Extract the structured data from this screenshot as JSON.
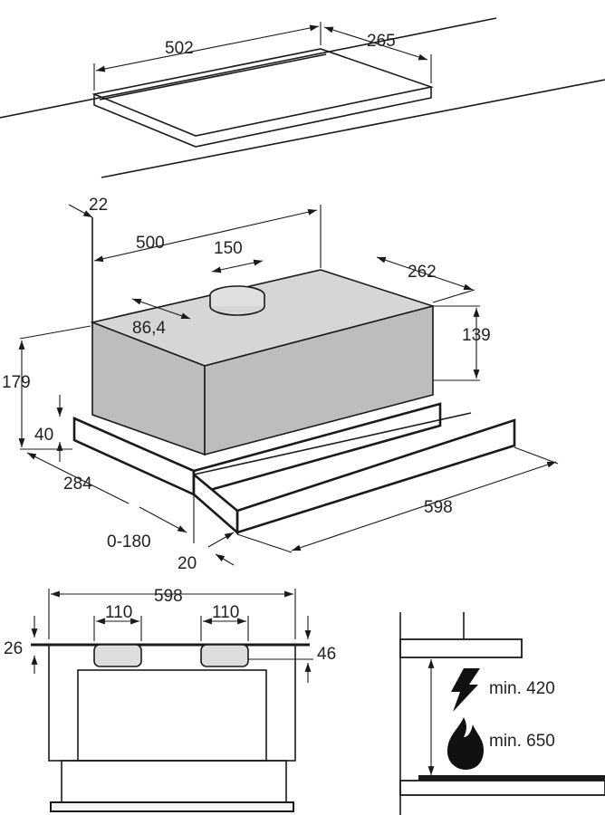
{
  "top_view": {
    "width": "502",
    "depth": "265"
  },
  "hood_3d": {
    "wall_gap": "22",
    "body_width": "500",
    "outlet_diameter": "150",
    "outlet_offset": "86,4",
    "body_depth": "262",
    "body_height": "139",
    "total_height": "179",
    "front_height": "40",
    "depth": "284",
    "extension": "0-180",
    "front_thickness": "20",
    "total_width": "598"
  },
  "front_view": {
    "total_width": "598",
    "slot_left": "110",
    "slot_right": "110",
    "top_offset": "26",
    "slot_offset": "46"
  },
  "install": {
    "electric_label": "min. 420",
    "gas_label": "min. 650",
    "electric_icon": "lightning-icon",
    "gas_icon": "flame-icon"
  }
}
